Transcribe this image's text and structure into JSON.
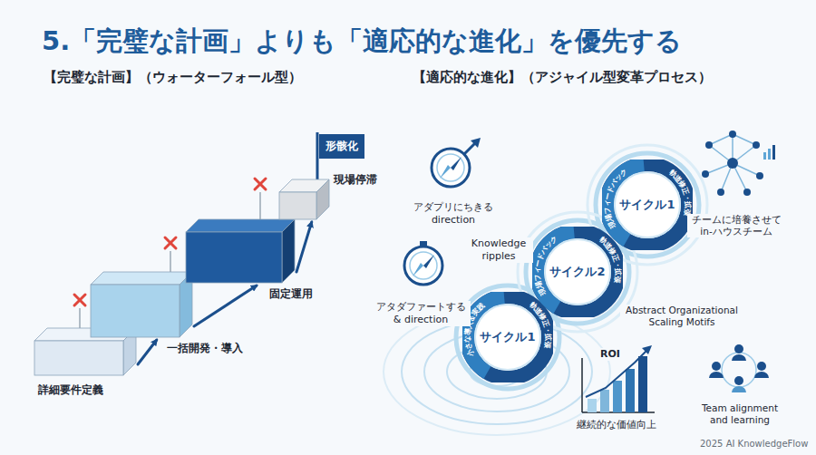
{
  "diagram": {
    "title": "5.「完璧な計画」よりも「適応的な進化」を優先する",
    "nodes": [
      {
        "text": [
          "詳細要件定義"
        ]
      },
      {
        "text": [
          "一括開発・導入"
        ]
      },
      {
        "text": [
          "固定運用"
        ]
      },
      {
        "text": [
          "現場停滞"
        ]
      },
      {
        "text": [
          "形骸化"
        ]
      },
      {
        "text": [
          "サイクル1",
          "小さな導入＆実践",
          "軌道修正・拡張"
        ]
      },
      {
        "text": [
          "サイクル2",
          "現場フィードバック",
          "軌道修正・拡張"
        ]
      },
      {
        "text": [
          "サイクル1",
          "現場フィードバック",
          "軌道修正・拡張"
        ]
      }
    ],
    "edges": [
      {
        "from": 0,
        "to": 1,
        "arrow": "to"
      },
      {
        "from": 1,
        "to": 2,
        "arrow": "to"
      },
      {
        "from": 2,
        "to": 3,
        "arrow": "to"
      }
    ],
    "labels": [
      "【完璧な計画】（ウォーターフォール型）",
      "【適応的な進化】（アジャイル型変革プロセス）",
      "アダプリにちきる direction",
      "アタダファートする & direction",
      "Knowledge ripples",
      "Abstract Organizational Scaling Motifs",
      "チームに培養させて in-ハウスチーム",
      "ROI",
      "継続的な価値向上",
      "Team alignment and learning",
      "2025 AI KnowledgeFlow"
    ]
  }
}
